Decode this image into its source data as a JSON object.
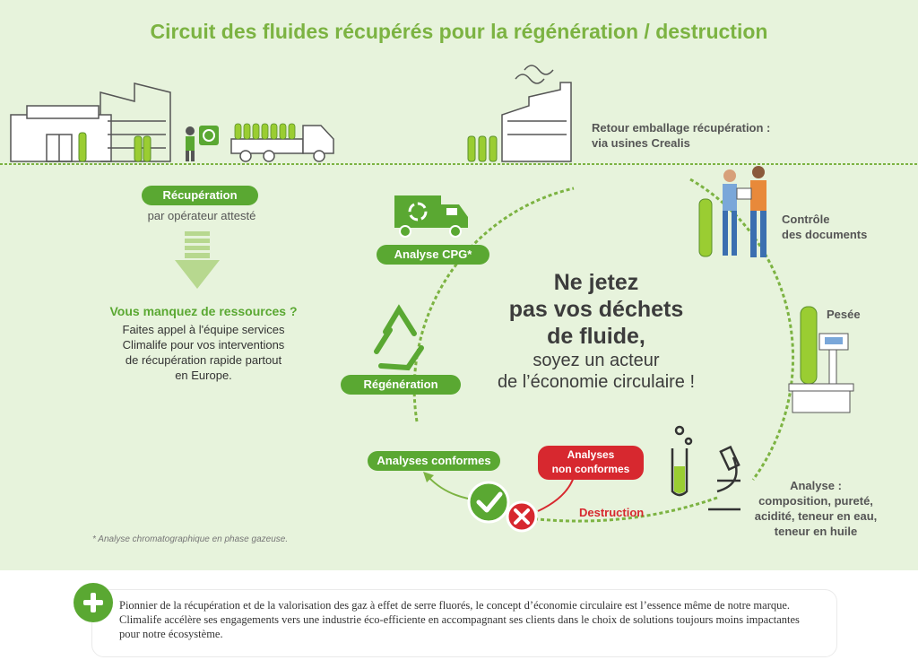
{
  "title": "Circuit des fluides récupérés pour la régénération / destruction",
  "labels": {
    "recuperation": "Récupération",
    "recuperation_sub": "par opérateur attesté",
    "analyse_cpg": "Analyse CPG*",
    "regeneration": "Régénération",
    "analyses_conformes": "Analyses conformes",
    "analyses_non_conformes_1": "Analyses",
    "analyses_non_conformes_2": "non conformes",
    "destruction": "Destruction",
    "retour_1": "Retour emballage récupération :",
    "retour_2": "via usines Crealis",
    "controle_1": "Contrôle",
    "controle_2": "des documents",
    "pesee": "Pesée",
    "analyse_title": "Analyse :",
    "analyse_1": "composition, pureté,",
    "analyse_2": "acidité, teneur en eau,",
    "analyse_3": "teneur en huile"
  },
  "resources": {
    "heading": "Vous manquez de ressources ?",
    "line1": "Faites appel à l'équipe services",
    "line2": "Climalife pour vos interventions",
    "line3": "de récupération rapide partout",
    "line4": "en Europe."
  },
  "center": {
    "line1": "Ne jetez",
    "line2": "pas vos déchets",
    "line3": "de fluide,",
    "line4": "soyez un acteur",
    "line5": "de l’économie circulaire !"
  },
  "footnote": "* Analyse chromatographique en phase gazeuse.",
  "bottom": {
    "text": "Pionnier de la récupération et de la valorisation des gaz à effet de serre fluorés, le concept d’économie circulaire est l’essence même de notre marque. Climalife accélère ses engagements vers une industrie éco-efficiente en accompagnant ses clients dans le choix de solutions toujours moins impactantes pour notre écosystème."
  },
  "colors": {
    "green": "#5aa832",
    "light_green": "#9acd32",
    "red": "#d7282f",
    "background": "#e7f3dc",
    "gray": "#555555"
  }
}
